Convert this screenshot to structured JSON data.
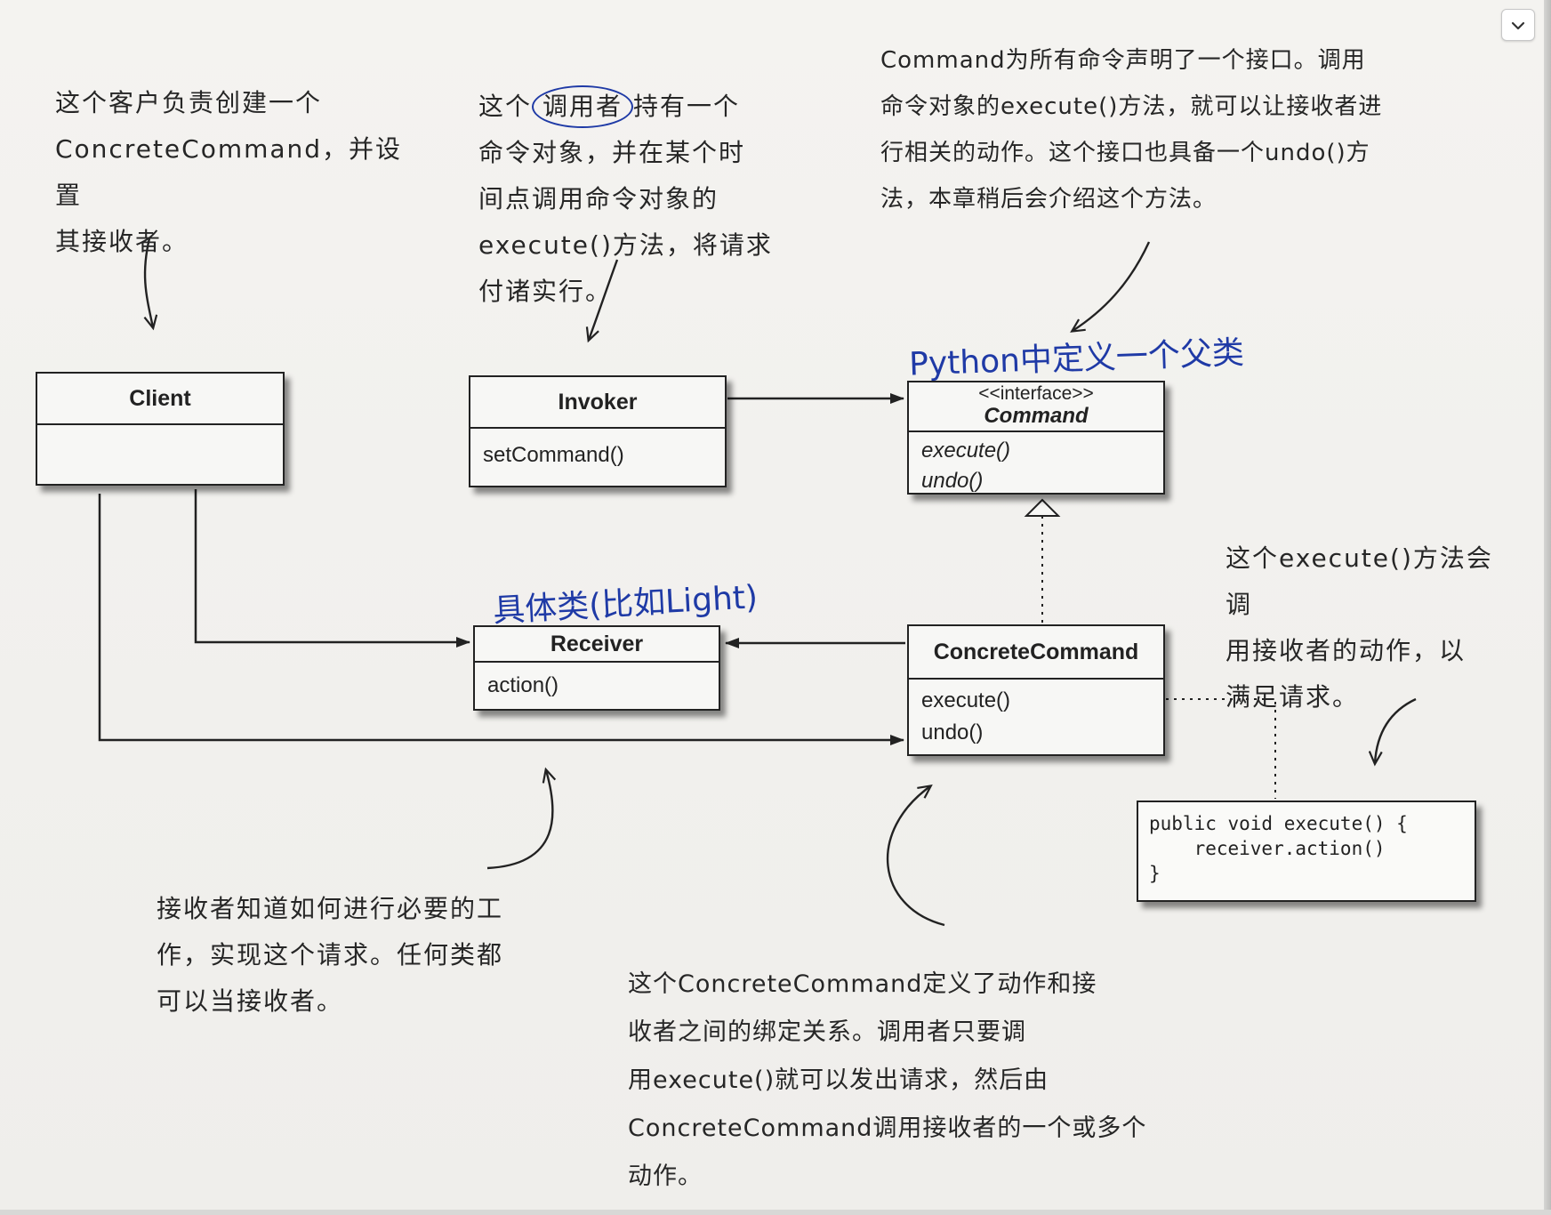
{
  "notes": {
    "client_note": "这个客户负责创建一个\nConcreteCommand，并设置\n其接收者。",
    "invoker_note_prefix": "这个",
    "invoker_note_circled": "调用者",
    "invoker_note_rest": "持有一个\n命令对象，并在某个时\n间点调用命令对象的\nexecute()方法，将请求\n付诸实行。",
    "command_note": "Command为所有命令声明了一个接口。调用\n命令对象的execute()方法，就可以让接收者进\n行相关的动作。这个接口也具备一个undo()方\n法，本章稍后会介绍这个方法。",
    "execute_note": "这个execute()方法会调\n用接收者的动作，以\n满足请求。",
    "receiver_note": "接收者知道如何进行必要的工\n作，实现这个请求。任何类都\n可以当接收者。",
    "concrete_note": "这个ConcreteCommand定义了动作和接\n收者之间的绑定关系。调用者只要调\n用execute()就可以发出请求，然后由\nConcreteCommand调用接收者的一个或多个\n动作。"
  },
  "handwritten": {
    "python_parent": "Python中定义一个父类",
    "concrete_class": "具体类(比如Light)"
  },
  "classes": {
    "client": {
      "name": "Client"
    },
    "invoker": {
      "name": "Invoker",
      "methods": [
        "setCommand()"
      ]
    },
    "command": {
      "stereotype": "<<interface>>",
      "name": "Command",
      "methods": [
        "execute()",
        "undo()"
      ]
    },
    "receiver": {
      "name": "Receiver",
      "methods": [
        "action()"
      ]
    },
    "concrete": {
      "name": "ConcreteCommand",
      "methods": [
        "execute()",
        "undo()"
      ]
    }
  },
  "code": "public void execute() {\n    receiver.action()\n}",
  "icons": {
    "collapse": "chevron-down-icon"
  }
}
